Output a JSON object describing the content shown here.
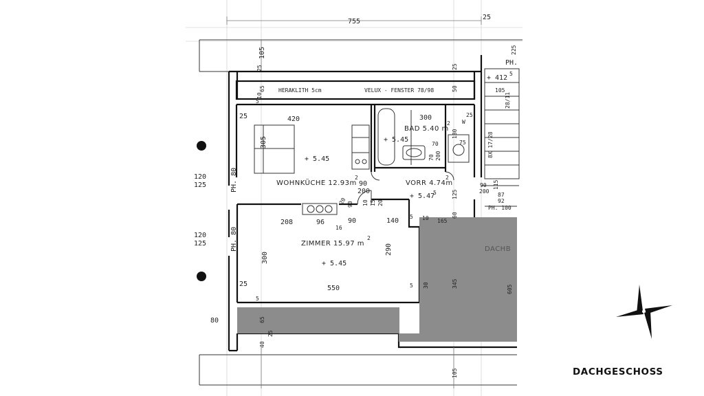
{
  "caption": "DACHGESCHOSS",
  "roof_note": {
    "insulation": "HERAKLITH 5cm",
    "window": "VELUX - FENSTER 78/98"
  },
  "rooms": {
    "wohnkueche": {
      "name": "WOHNKÜCHE 12.93m",
      "sup": "2",
      "level": "+ 5.45"
    },
    "bad": {
      "name": "BAD 5.40 m",
      "sup": "2",
      "level": "+ 5.45"
    },
    "vorr": {
      "name": "VORR 4.74m",
      "sup": "2",
      "level": "+ 5.47",
      "level_sup": "5"
    },
    "zimmer": {
      "name": "ZIMMER 15.97 m",
      "sup": "2",
      "level": "+ 5.45"
    },
    "dachboden": {
      "name": "DACHB"
    }
  },
  "labels": {
    "ph80_top": "PH. 80",
    "ph80_bottom": "PH. 80",
    "ph_top_right": "PH.",
    "ph100": "PH. 100",
    "level_412": "+ 412",
    "level_412_sup": "5",
    "w": "W",
    "stair": "8X 17/28",
    "stair2": "28/11"
  },
  "dims": {
    "d755": "755",
    "d25_top": "25",
    "d105_top": "105",
    "d25_a": "25",
    "d10": "10",
    "d65": "65",
    "d5": "5",
    "d420": "420",
    "d25_b": "25",
    "d305": "305",
    "d300_bad": "300",
    "d70_a": "70",
    "d70_b": "70",
    "d200_a": "200",
    "d180": "180",
    "d75": "75",
    "d90_a": "90",
    "d200_b": "200",
    "d20": "20",
    "d90_b": "90",
    "d10_b": "10",
    "d15": "15",
    "d20_b": "20",
    "d125": "125",
    "d90_c": "90",
    "d200_c": "200",
    "d87": "87",
    "d92": "92",
    "d115": "115",
    "d208": "208",
    "d96": "96",
    "d16": "16",
    "d90_d": "90",
    "d140": "140",
    "d5_b": "5",
    "d10_c": "10",
    "d165": "165",
    "d60": "60",
    "d300_z": "300",
    "d290": "290",
    "d550": "550",
    "d25_c": "25",
    "d5_c": "5",
    "d5_d": "5",
    "d30": "30",
    "d345": "345",
    "d605": "605",
    "d65_b": "65",
    "d25_d": "25",
    "d40": "40",
    "d105_bottom": "105",
    "d25_right": "25",
    "d225": "225",
    "d105_r": "105",
    "d50": "50",
    "d120_a": "120",
    "d125_a": "125",
    "d120_b": "120",
    "d125_b": "125",
    "d80": "80",
    "d25_e": "25"
  }
}
